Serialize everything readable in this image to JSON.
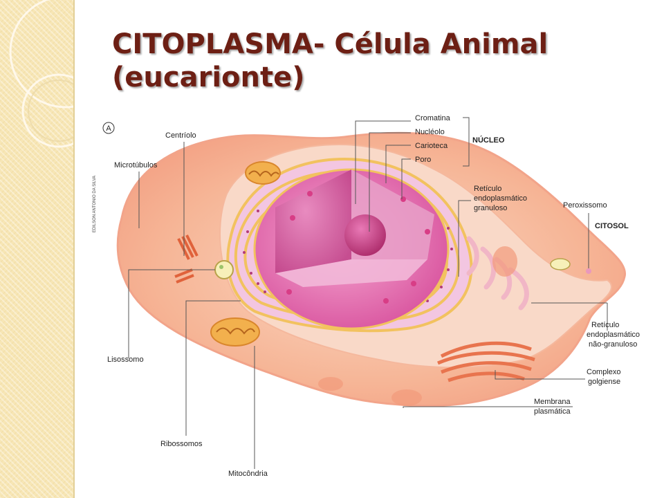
{
  "title": {
    "line1": "CITOPLASMA- Célula Animal",
    "line2": "(eucarionte)"
  },
  "figure": {
    "panel_letter": "A",
    "credit": "EDILSON ANTONIO DA SILVA",
    "labels": {
      "cromatina": "Cromatina",
      "nucleolo": "Nucléolo",
      "carioteca": "Carioteca",
      "poro": "Poro",
      "nucleo_group": "NÚCLEO",
      "centriolo": "Centríolo",
      "microtubulos": "Microtúbulos",
      "reg_1": "Retículo",
      "reg_2": "endoplasmático",
      "reg_3": "granuloso",
      "peroxissomo": "Peroxissomo",
      "citosol": "CITOSOL",
      "reng_1": "Retículo",
      "reng_2": "endoplasmático",
      "reng_3": "não-granuloso",
      "golgi_1": "Complexo",
      "golgi_2": "golgiense",
      "membrana_1": "Membrana",
      "membrana_2": "plasmática",
      "lisossomo": "Lisossomo",
      "ribossomos": "Ribossomos",
      "mitocondria": "Mitocôndria"
    }
  },
  "colors": {
    "title": "#6d1f14",
    "cytoplasm": "#f4b79a",
    "membrane": "#f8d3bf",
    "nucleus": "#e777b4",
    "nucleus_inner": "#c94f94",
    "er": "#f2c25f",
    "side_strip": "#f7e6b5"
  }
}
